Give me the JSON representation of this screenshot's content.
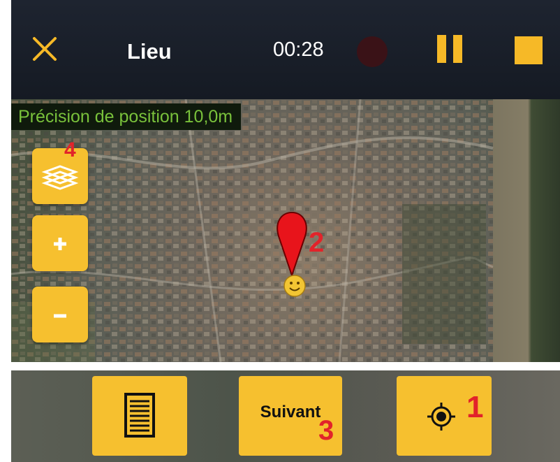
{
  "header": {
    "title": "Lieu",
    "timer": "00:28"
  },
  "map": {
    "accuracy_text": "Précision de position 10,0m",
    "layers_badge": "4",
    "marker_badge": "2"
  },
  "bottom": {
    "next_label": "Suivant",
    "next_badge": "3",
    "locate_badge": "1"
  },
  "colors": {
    "accent": "#f6c02f",
    "marker": "#e8141b",
    "annotation": "#e2232a",
    "accuracy_text": "#79c13b"
  },
  "icons": {
    "close": "close-icon",
    "record": "record-dot-icon",
    "pause": "pause-icon",
    "stop": "stop-icon",
    "layers": "layers-icon",
    "zoom_in": "plus-icon",
    "zoom_out": "minus-icon",
    "marker": "map-pin-icon",
    "position": "smiley-position-icon",
    "list": "list-icon",
    "locate": "crosshair-icon"
  }
}
